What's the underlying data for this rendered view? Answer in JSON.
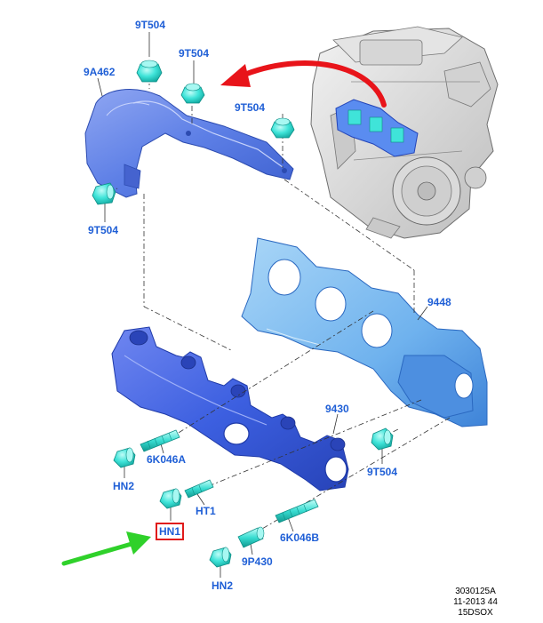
{
  "callouts": {
    "heat_shield": "9A462",
    "nut_top_left": "9T504",
    "nut_top_mid": "9T504",
    "nut_top_right": "9T504",
    "nut_left": "9T504",
    "gasket": "9448",
    "manifold": "9430",
    "nut_right": "9T504",
    "stud_upper": "6K046A",
    "nut_hn2_upper": "HN2",
    "stud_ht1": "HT1",
    "nut_hn1": "HN1",
    "stud_lower": "6K046B",
    "spacer": "9P430",
    "nut_hn2_lower": "HN2"
  },
  "reference": {
    "line1": "3030125A",
    "line2": "11-2013 44",
    "line3": "15DSOX"
  },
  "colors": {
    "label": "#1f5fd6",
    "highlight_box": "#e01b1b",
    "transfer_arrow": "#e8141a",
    "pointer_arrow": "#2fd12a",
    "part_blue": "#3f6ee8",
    "part_light": "#7ec3f2",
    "fastener": "#35e0d6"
  }
}
